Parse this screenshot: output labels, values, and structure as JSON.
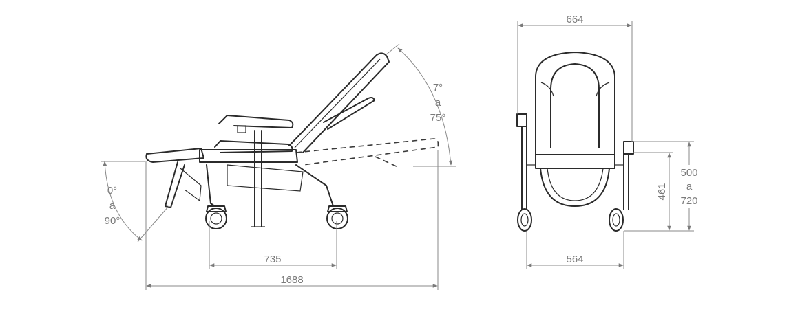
{
  "side_view": {
    "recline_angle": {
      "from": "7°",
      "sep": "a",
      "to": "75°"
    },
    "legrest_angle": {
      "from": "0°",
      "sep": "a",
      "to": "90°"
    },
    "wheelbase": "735",
    "overall_length": "1688"
  },
  "front_view": {
    "overall_width": "664",
    "wheel_width": "564",
    "armrest_height": "461",
    "seat_height": {
      "from": "500",
      "sep": "a",
      "to": "720"
    }
  },
  "colors": {
    "line": "#2b2b2b",
    "dimension": "#8a8a8a"
  }
}
